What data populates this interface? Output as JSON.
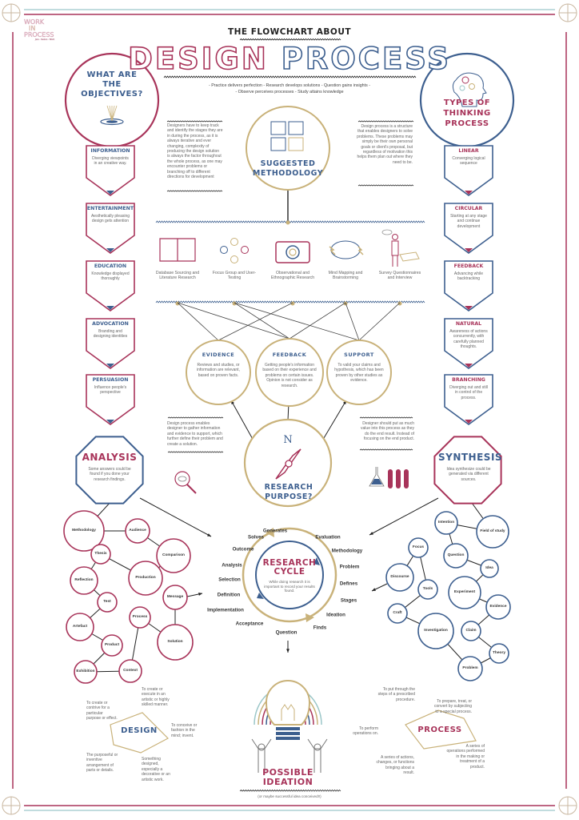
{
  "logo": {
    "line1": "WORK",
    "line2": "IN",
    "line3": "PROCESS",
    "sub": "Jam · Sesion · Work"
  },
  "header": {
    "pre_title": "THE FLOWCHART ABOUT",
    "title_a": "DESIGN",
    "title_b": "PROCESS",
    "tagline1": "- Practice delivers perfection - Research develops solutions - Question gains insights -",
    "tagline2": "- Observe perceives processes - Study attains knowledge"
  },
  "objectives": {
    "title": "WHAT ARE THE OBJECTIVES?",
    "cards": [
      {
        "title": "INFORMATION",
        "text": "Diverging viewpoints in an creative way."
      },
      {
        "title": "ENTERTAINMENT",
        "text": "Aesthetically pleasing design gets attention"
      },
      {
        "title": "EDUCATION",
        "text": "Knowledge displayed thoroughly"
      },
      {
        "title": "ADVOCATION",
        "text": "Branding and designing identities"
      },
      {
        "title": "PERSUASION",
        "text": "Influence people's perspective"
      }
    ]
  },
  "thinking": {
    "title": "TYPES OF THINKING PROCESS",
    "cards": [
      {
        "title": "LINEAR",
        "text": "Converging logical sequence"
      },
      {
        "title": "CIRCULAR",
        "text": "Starting at any stage and continue development"
      },
      {
        "title": "FEEDBACK",
        "text": "Advancing while backtracking"
      },
      {
        "title": "NATURAL",
        "text": "Awareness of actions concurrently, with carefully planned thoughts."
      },
      {
        "title": "BRANCHING",
        "text": "Diverging out and still in control of the process."
      }
    ]
  },
  "methodology": {
    "title": "SUGGESTED METHODOLOGY",
    "left_text": "Designers have to keep track and identify the stages they are in during the process, as it is always iterative and ever changing, complexity of producing the design solution is always the factor throughout the whole process, as one may encounter problems or branching off to different directions for development",
    "right_text": "Design process is a structure that enables designers to solve problems. These problems may simply be their own personal goals or client's proposal, but regardless of motivation this helps them plan out where they need to be.",
    "methods": [
      {
        "label": "Database Sourcing and Literature Research",
        "icon": "book-icon"
      },
      {
        "label": "Focus Group and User-Testing",
        "icon": "group-icon"
      },
      {
        "label": "Observational and Ethnographic Research",
        "icon": "camera-icon"
      },
      {
        "label": "Mind Mapping and Brainstorming",
        "icon": "brain-icon"
      },
      {
        "label": "Survey Questionnaires and Interview",
        "icon": "survey-person-icon"
      }
    ]
  },
  "purposes": [
    {
      "title": "EVIDENCE",
      "text": "Reviews and studies, or information are relevant, based on proven facts."
    },
    {
      "title": "FEEDBACK",
      "text": "Getting people's information based on their experience and problems on certain issues. Opinion is not consider as research."
    },
    {
      "title": "SUPPORT",
      "text": "To valid your claims and hypothesis, which has been proven by other studies as evidence."
    }
  ],
  "research": {
    "title": "RESEARCH PURPOSE?",
    "compass_letter": "N",
    "left_text": "Design process enables designer to gather information and evidence to support, which further define their problem and create a solution.",
    "right_text": "Designer should put as much value into this process as they do the end result. Instead of focusing on the end product."
  },
  "analysis": {
    "title": "ANALYSIS",
    "text": "Some answers could be found if you done your research findings.",
    "nodes": [
      "Methodology",
      "Audience",
      "Thesis",
      "Comparison",
      "Reflection",
      "Production",
      "Test",
      "Message",
      "Artefact",
      "Process",
      "Product",
      "Solution",
      "Exhibition",
      "Context"
    ]
  },
  "synthesis": {
    "title": "SYNTHESIS",
    "text": "Idea synthesize could be generated via different sources.",
    "nodes": [
      "Intention",
      "Field of study",
      "Focus",
      "Question",
      "Idea",
      "Discourse",
      "Tools",
      "Experiment",
      "Evidence",
      "Craft",
      "Investigation",
      "Claim",
      "Theory",
      "Problem"
    ]
  },
  "cycle": {
    "title": "RESEARCH CYCLE",
    "text": "While doing research it is important to record your results found.",
    "labels": [
      "Generates",
      "Solves",
      "Evaluation",
      "Outcome",
      "Methodology",
      "Analysis",
      "Problem",
      "Selection",
      "Defines",
      "Definition",
      "Stages",
      "Implementation",
      "Ideation",
      "Acceptance",
      "Finds",
      "Question"
    ]
  },
  "design": {
    "title": "DESIGN",
    "defs": [
      "To create or contrive for a particular purpose or effect.",
      "To create or execute in an artistic or highly skilled manner.",
      "To conceive or fashion in the mind; invent.",
      "The purposeful or inventive arrangement of parts or details.",
      "Something designed, especially a decorative or an artistic work."
    ]
  },
  "process": {
    "title": "PROCESS",
    "defs": [
      "To put through the steps of a prescribed procedure.",
      "To prepare, treat, or convert by subjecting to a special process.",
      "To perform operations on.",
      "A series of operations performed in the making or treatment of a product.",
      "A series of actions, changes, or functions bringing about a result."
    ]
  },
  "ideation": {
    "title1": "POSSIBLE",
    "title2": "IDEATION",
    "caption": "(or maybe successful idea conceived!!)"
  },
  "colors": {
    "maroon": "#a8345a",
    "blue": "#3d5f8f",
    "gold": "#c9b27a",
    "teal": "#9cc7c9"
  }
}
